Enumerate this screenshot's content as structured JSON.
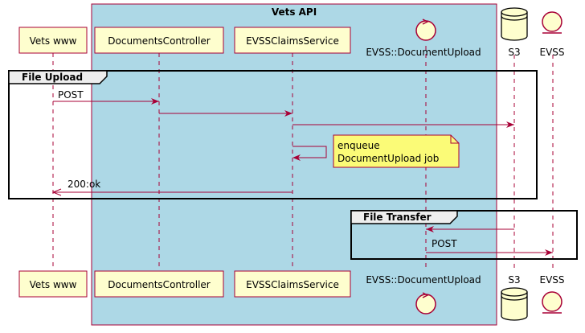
{
  "diagram": {
    "group_title": "Vets API",
    "participants": {
      "vets_www": "Vets www",
      "documents_controller": "DocumentsController",
      "evss_claims_service": "EVSSClaimsService",
      "evss_document_upload": "EVSS::DocumentUpload",
      "s3": "S3",
      "evss": "EVSS"
    },
    "fragments": {
      "file_upload": "File Upload",
      "file_transfer": "File Transfer"
    },
    "messages": {
      "post_1": "POST",
      "ok": "200:ok",
      "post_2": "POST"
    },
    "note": {
      "line1": "enqueue",
      "line2": "DocumentUpload job"
    },
    "colors": {
      "group_bg": "#add8e6",
      "participant_bg": "#fefece",
      "border": "#a80036",
      "note_bg": "#fbfb77"
    }
  }
}
